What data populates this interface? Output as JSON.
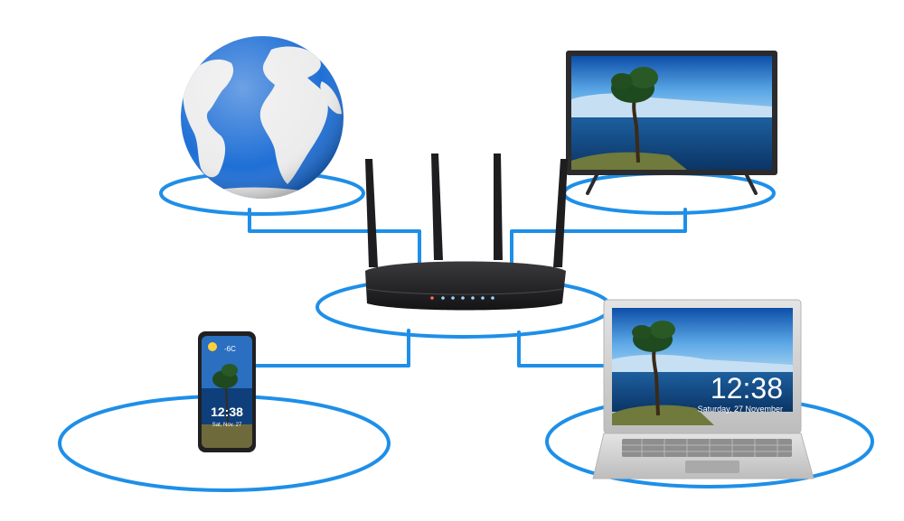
{
  "diagram": {
    "nodes": [
      {
        "id": "internet",
        "icon": "globe-icon"
      },
      {
        "id": "router",
        "icon": "wifi-router-icon"
      },
      {
        "id": "tv",
        "icon": "smart-tv-icon"
      },
      {
        "id": "phone",
        "icon": "smartphone-icon"
      },
      {
        "id": "laptop",
        "icon": "laptop-icon"
      }
    ],
    "links": [
      {
        "from": "router",
        "to": "internet"
      },
      {
        "from": "router",
        "to": "tv"
      },
      {
        "from": "router",
        "to": "phone"
      },
      {
        "from": "router",
        "to": "laptop"
      }
    ]
  },
  "phone": {
    "temperature": "-6C",
    "clock": "12:38",
    "date": "Sat, Nov. 27"
  },
  "laptop": {
    "clock": "12:38",
    "date": "Saturday, 27 November"
  },
  "colors": {
    "network_ring": "#1e8fe8",
    "globe_ocean": "#1f6fd6",
    "globe_land": "#ececec",
    "router_body": "#1c1c1e",
    "laptop_shell": "#cfcfcf",
    "sky": "#2f7fd0",
    "sea": "#0f3f7a"
  }
}
